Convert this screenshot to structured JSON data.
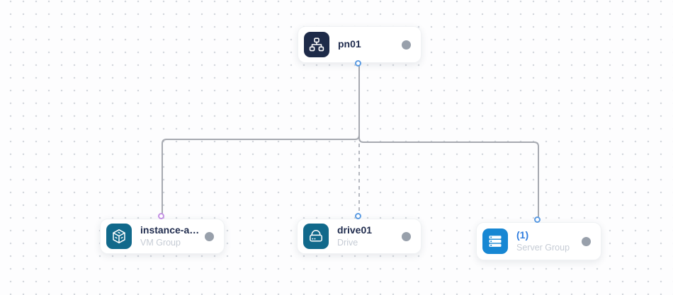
{
  "canvas": {
    "type": "infrastructure-topology",
    "background_color": "#fdfdfe",
    "grid_dot_color": "#d3d7dd"
  },
  "nodes": [
    {
      "id": "pn01",
      "title": "pn01",
      "subtitle": "",
      "icon": "network-icon",
      "icon_bg": "#1e2b49",
      "title_color": "#1f2b4d",
      "status_dot_color": "#98a0ab",
      "connector": "bottom-blue"
    },
    {
      "id": "instance-array",
      "title": "instance-array-…",
      "subtitle": "VM Group",
      "icon": "vm-group-cube-icon",
      "icon_bg": "#11698b",
      "title_color": "#1f2b4d",
      "status_dot_color": "#98a0ab",
      "connector": "top-purple"
    },
    {
      "id": "drive01",
      "title": "drive01",
      "subtitle": "Drive",
      "icon": "drive-icon",
      "icon_bg": "#11698b",
      "title_color": "#1f2b4d",
      "status_dot_color": "#98a0ab",
      "connector": "top-blue"
    },
    {
      "id": "server-group",
      "title": "(1)",
      "subtitle": "Server Group",
      "icon": "server-group-icon",
      "icon_bg": "#1787d3",
      "title_color": "#2f7ddf",
      "status_dot_color": "#98a0ab",
      "connector": "top-blue"
    }
  ],
  "edges": [
    {
      "from": "pn01",
      "to": "instance-array",
      "style": "solid",
      "color": "#a6a9b0"
    },
    {
      "from": "pn01",
      "to": "server-group",
      "style": "solid",
      "color": "#a6a9b0"
    },
    {
      "from": "pn01",
      "to": "drive01",
      "style": "dashed",
      "color": "#b5b8bf"
    }
  ],
  "colors": {
    "connector_blue": "#5b9be2",
    "connector_purple": "#c490e4",
    "edge_solid": "#a6a9b0",
    "edge_dashed": "#b5b8bf"
  }
}
